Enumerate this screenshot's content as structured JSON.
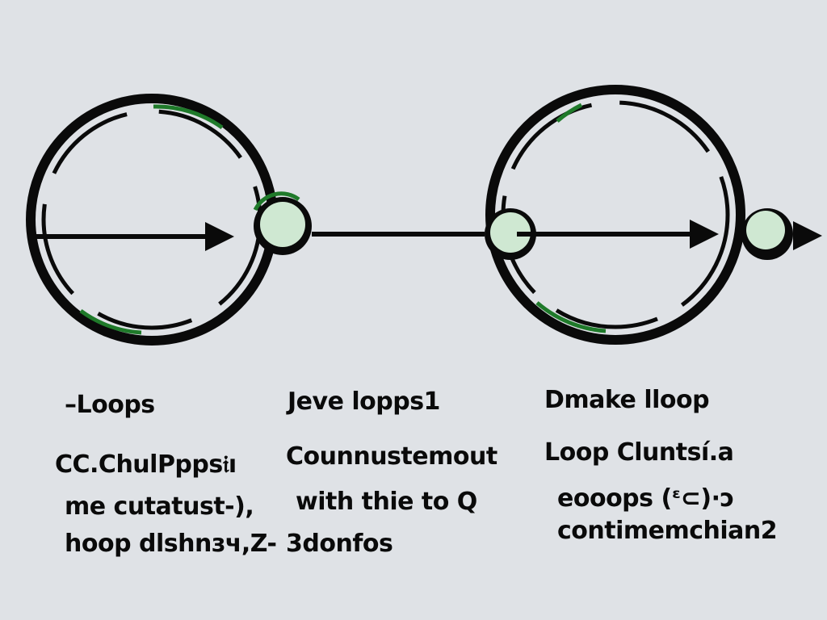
{
  "columns": [
    {
      "heading": "–Loops",
      "lines": [
        "CC.ChulPpps𝔦ı",
        "me  cutatust-),",
        "hoop  dlshnзч,Z-"
      ]
    },
    {
      "heading": "Jeve lopps1",
      "lines": [
        "Counnustemout",
        "with thie to Q",
        "3donfos"
      ]
    },
    {
      "heading": "Dmake lloop",
      "lines": [
        "Loop Cluntsí.a",
        "eooops (ᵋ⊂)·ͻ",
        "contimemchian2"
      ]
    }
  ],
  "colors": {
    "background": "#dfe2e6",
    "stroke": "#0a0a0a",
    "accent_green": "#1f7a2a",
    "node_fill": "#cfe8d2"
  }
}
